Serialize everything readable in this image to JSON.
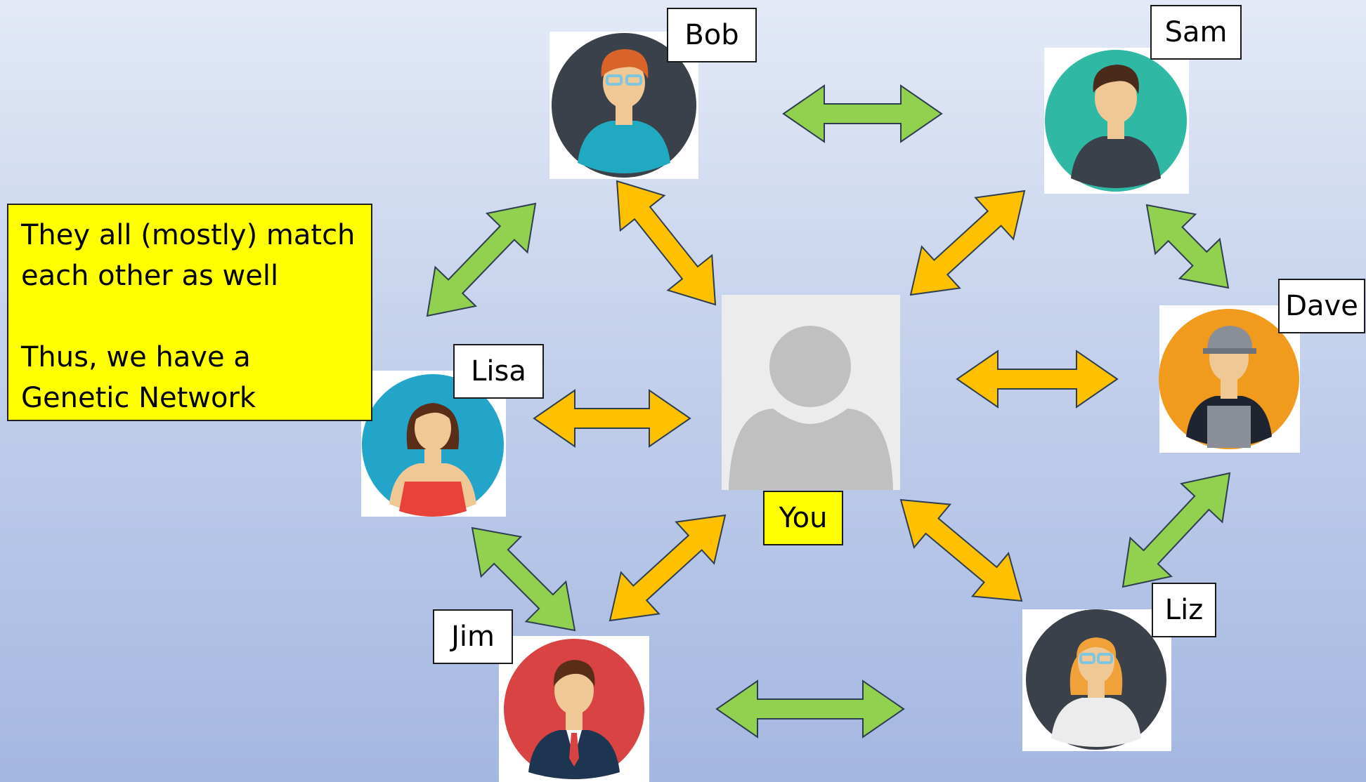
{
  "people": {
    "bob": {
      "name": "Bob"
    },
    "sam": {
      "name": "Sam"
    },
    "dave": {
      "name": "Dave"
    },
    "lisa": {
      "name": "Lisa"
    },
    "jim": {
      "name": "Jim"
    },
    "liz": {
      "name": "Liz"
    },
    "you": {
      "name": "You"
    }
  },
  "note": {
    "line1": "They all (mostly) match each other as well",
    "line2": "Thus, we have a Genetic Network"
  },
  "colors": {
    "green_arrow": "#92d050",
    "orange_arrow": "#ffc000",
    "label_bg": "#ffffff",
    "highlight": "#ffff00"
  }
}
